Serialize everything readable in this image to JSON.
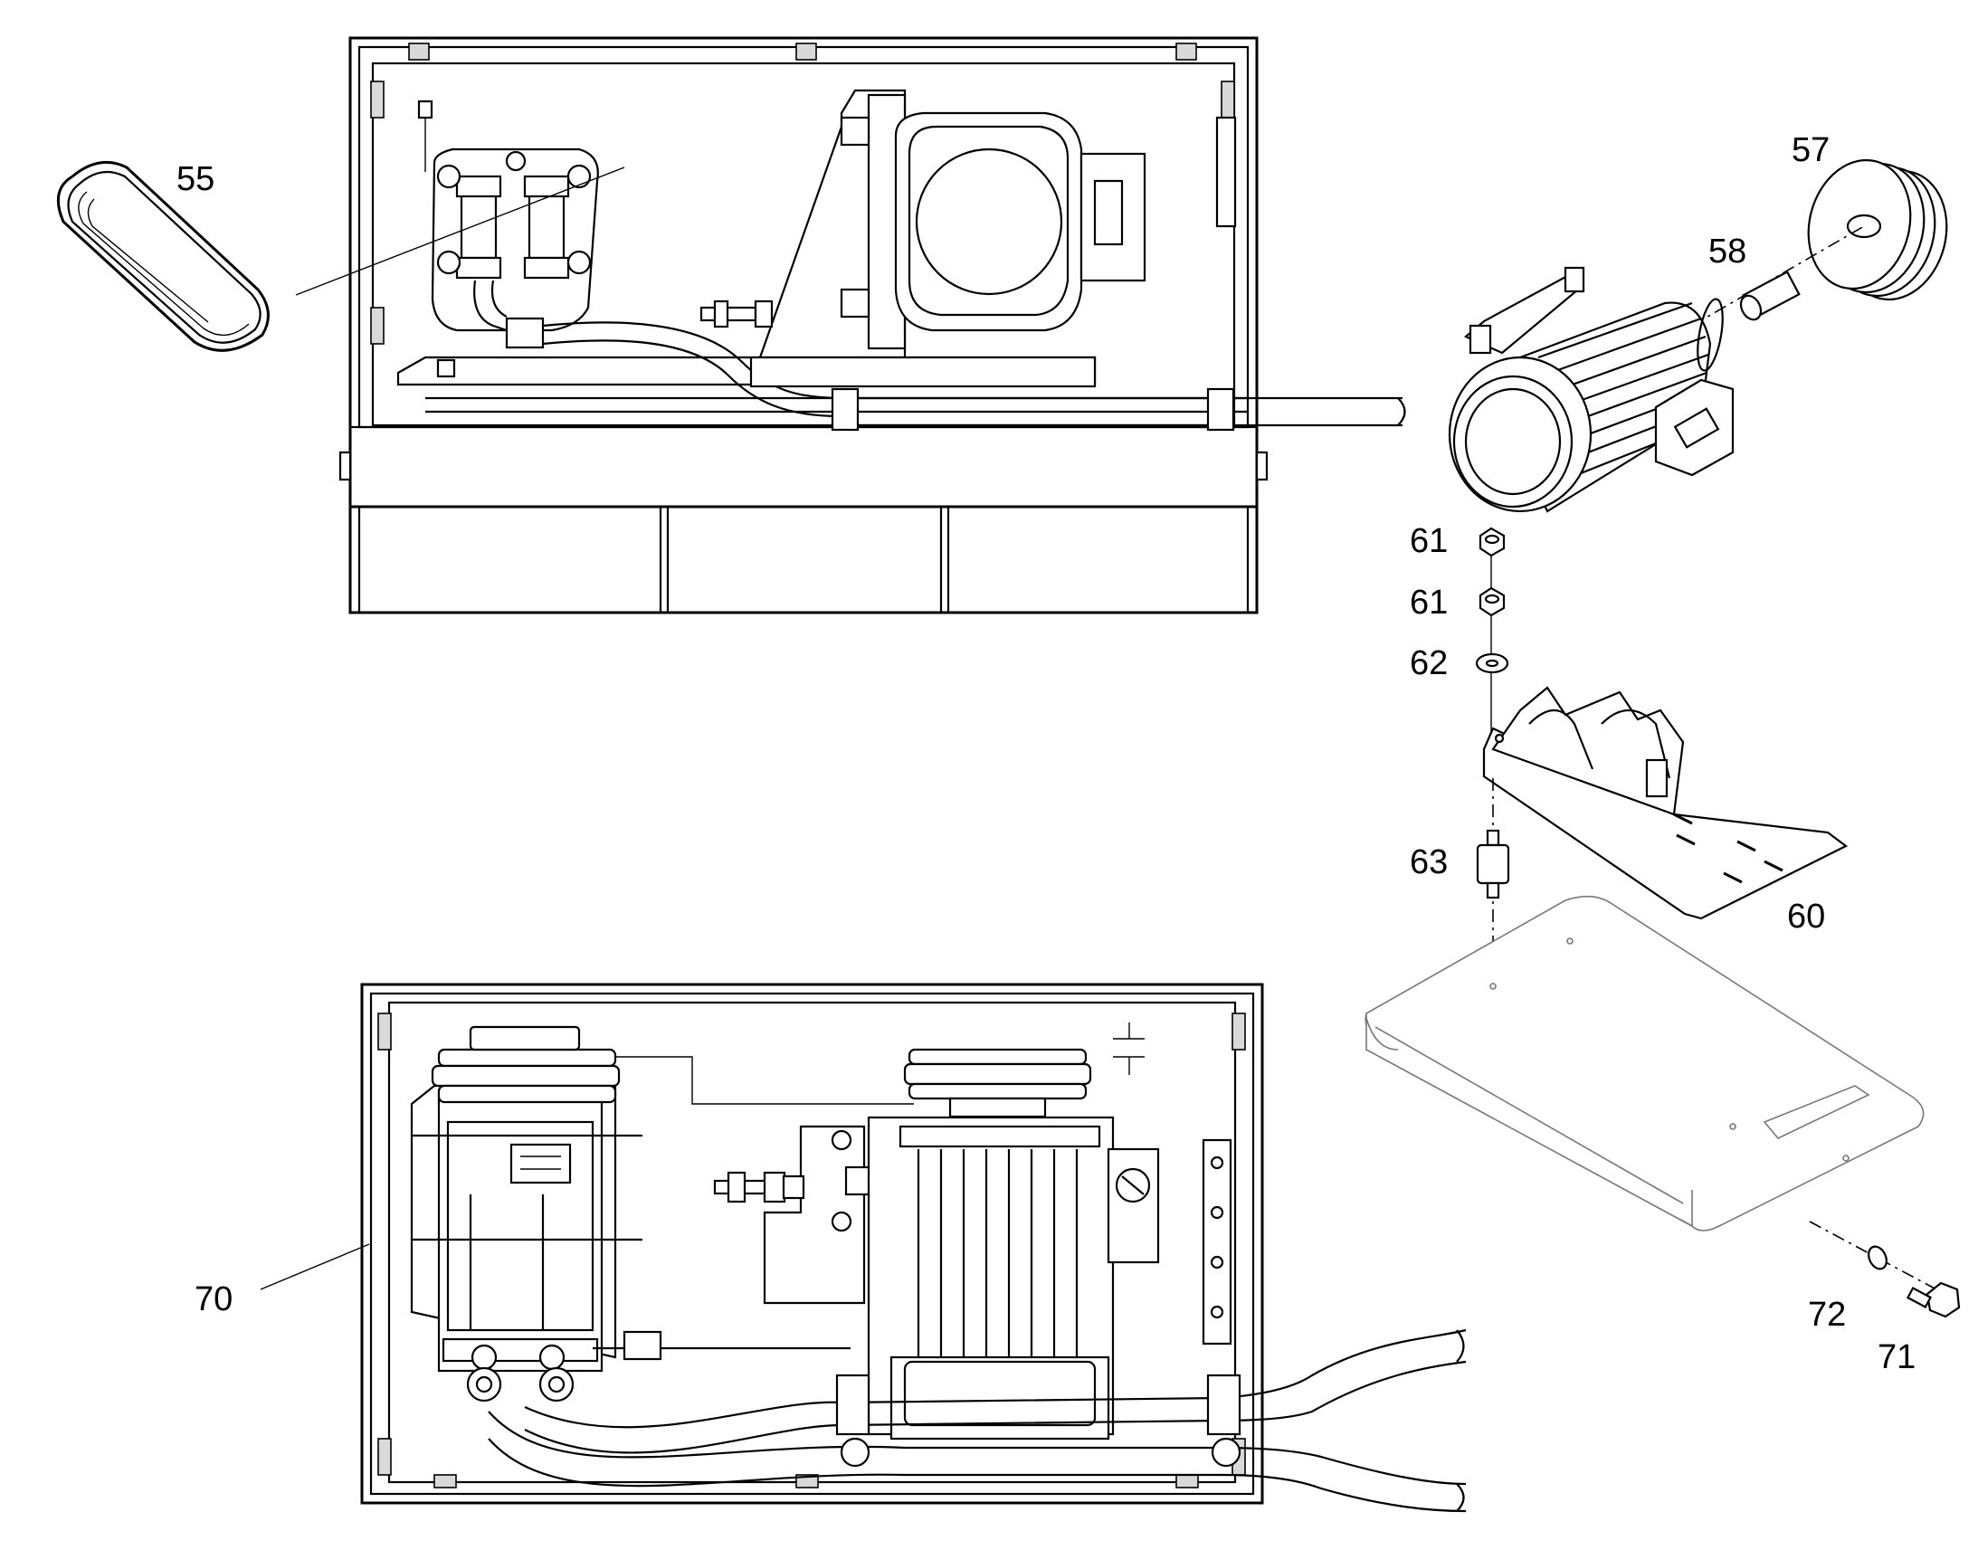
{
  "callouts": {
    "c55": "55",
    "c57": "57",
    "c58": "58",
    "c61a": "61",
    "c61b": "61",
    "c62": "62",
    "c63": "63",
    "c60": "60",
    "c70": "70",
    "c72": "72",
    "c71": "71"
  }
}
